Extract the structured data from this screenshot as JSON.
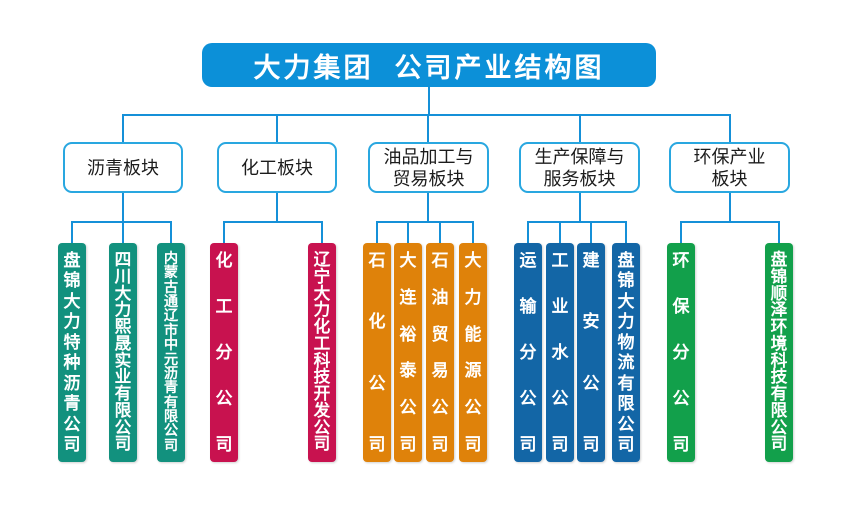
{
  "title": {
    "text": "大力集团  公司产业结构图"
  },
  "colors": {
    "title_background": "#0C90D8",
    "connector_line": "#1590D8",
    "category_border": "#29A7E0",
    "group_asphalt": "#12917E",
    "group_chemical": "#C8124F",
    "group_oil_trade": "#DF820A",
    "group_production_service": "#1366A6",
    "group_environmental": "#12A04B"
  },
  "groups": [
    {
      "label": "沥青板块",
      "color": "#12917E",
      "companies": [
        "盘锦大力特种沥青公司",
        "四川大力熙晟实业有限公司",
        "内蒙古通辽市中元沥青有限公司"
      ]
    },
    {
      "label": "化工板块",
      "color": "#C8124F",
      "companies": [
        "化工分公司",
        "辽宁大力化工科技开发公司"
      ]
    },
    {
      "label": "油品加工与\n贸易板块",
      "color": "#DF820A",
      "companies": [
        "石化公司",
        "大连裕泰公司",
        "石油贸易公司",
        "大力能源公司"
      ]
    },
    {
      "label": "生产保障与\n服务板块",
      "color": "#1366A6",
      "companies": [
        "运输分公司",
        "工业水公司",
        "建安公司",
        "盘锦大力物流有限公司"
      ]
    },
    {
      "label": "环保产业\n板块",
      "color": "#12A04B",
      "companies": [
        "环保分公司",
        "盘锦顺泽环境科技有限公司"
      ]
    }
  ]
}
